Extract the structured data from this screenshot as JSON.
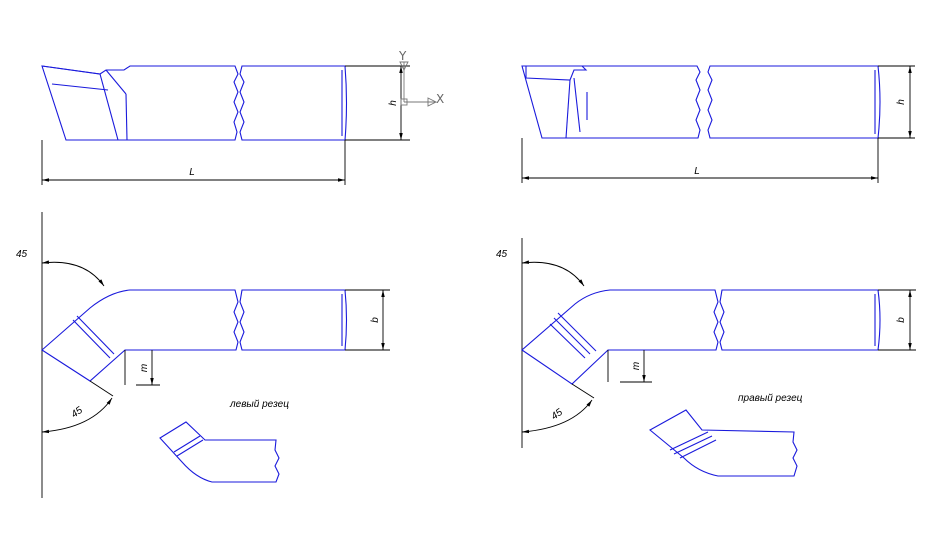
{
  "dims": {
    "L": "L",
    "h": "h",
    "b": "b",
    "m": "m",
    "angle": "45"
  },
  "axes": {
    "y": "Y",
    "x": "X"
  },
  "captions": {
    "left_cutter": "левый резец",
    "right_cutter": "правый резец"
  },
  "colors": {
    "outline": "#1a1adc",
    "dimension": "#000000",
    "axis_marker": "#777777"
  }
}
